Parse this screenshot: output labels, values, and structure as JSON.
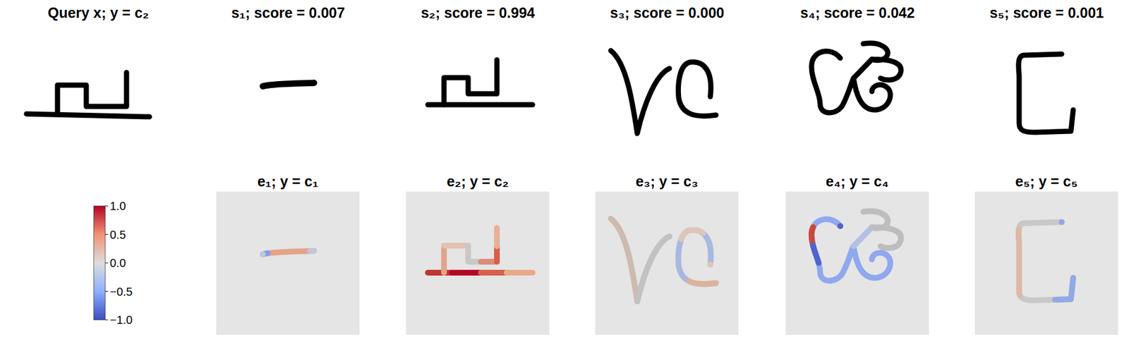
{
  "diagram": {
    "nodes": [
      {
        "text": [
          "e₁; y = c₁"
        ]
      },
      {
        "text": [
          "e₂; y = c₂"
        ]
      },
      {
        "text": [
          "e₃; y = c₃"
        ]
      },
      {
        "text": [
          "e₄; y = c₄"
        ]
      },
      {
        "text": [
          "e₅; y = c₅"
        ]
      }
    ],
    "labels": [
      "Query x; y = c₂",
      "s₁; score = 0.007",
      "s₂; score = 0.994",
      "s₃; score = 0.000",
      "s₄; score = 0.042",
      "s₅; score = 0.001",
      "1.0",
      "0.5",
      "0.0",
      "−0.5",
      "−1.0"
    ]
  }
}
